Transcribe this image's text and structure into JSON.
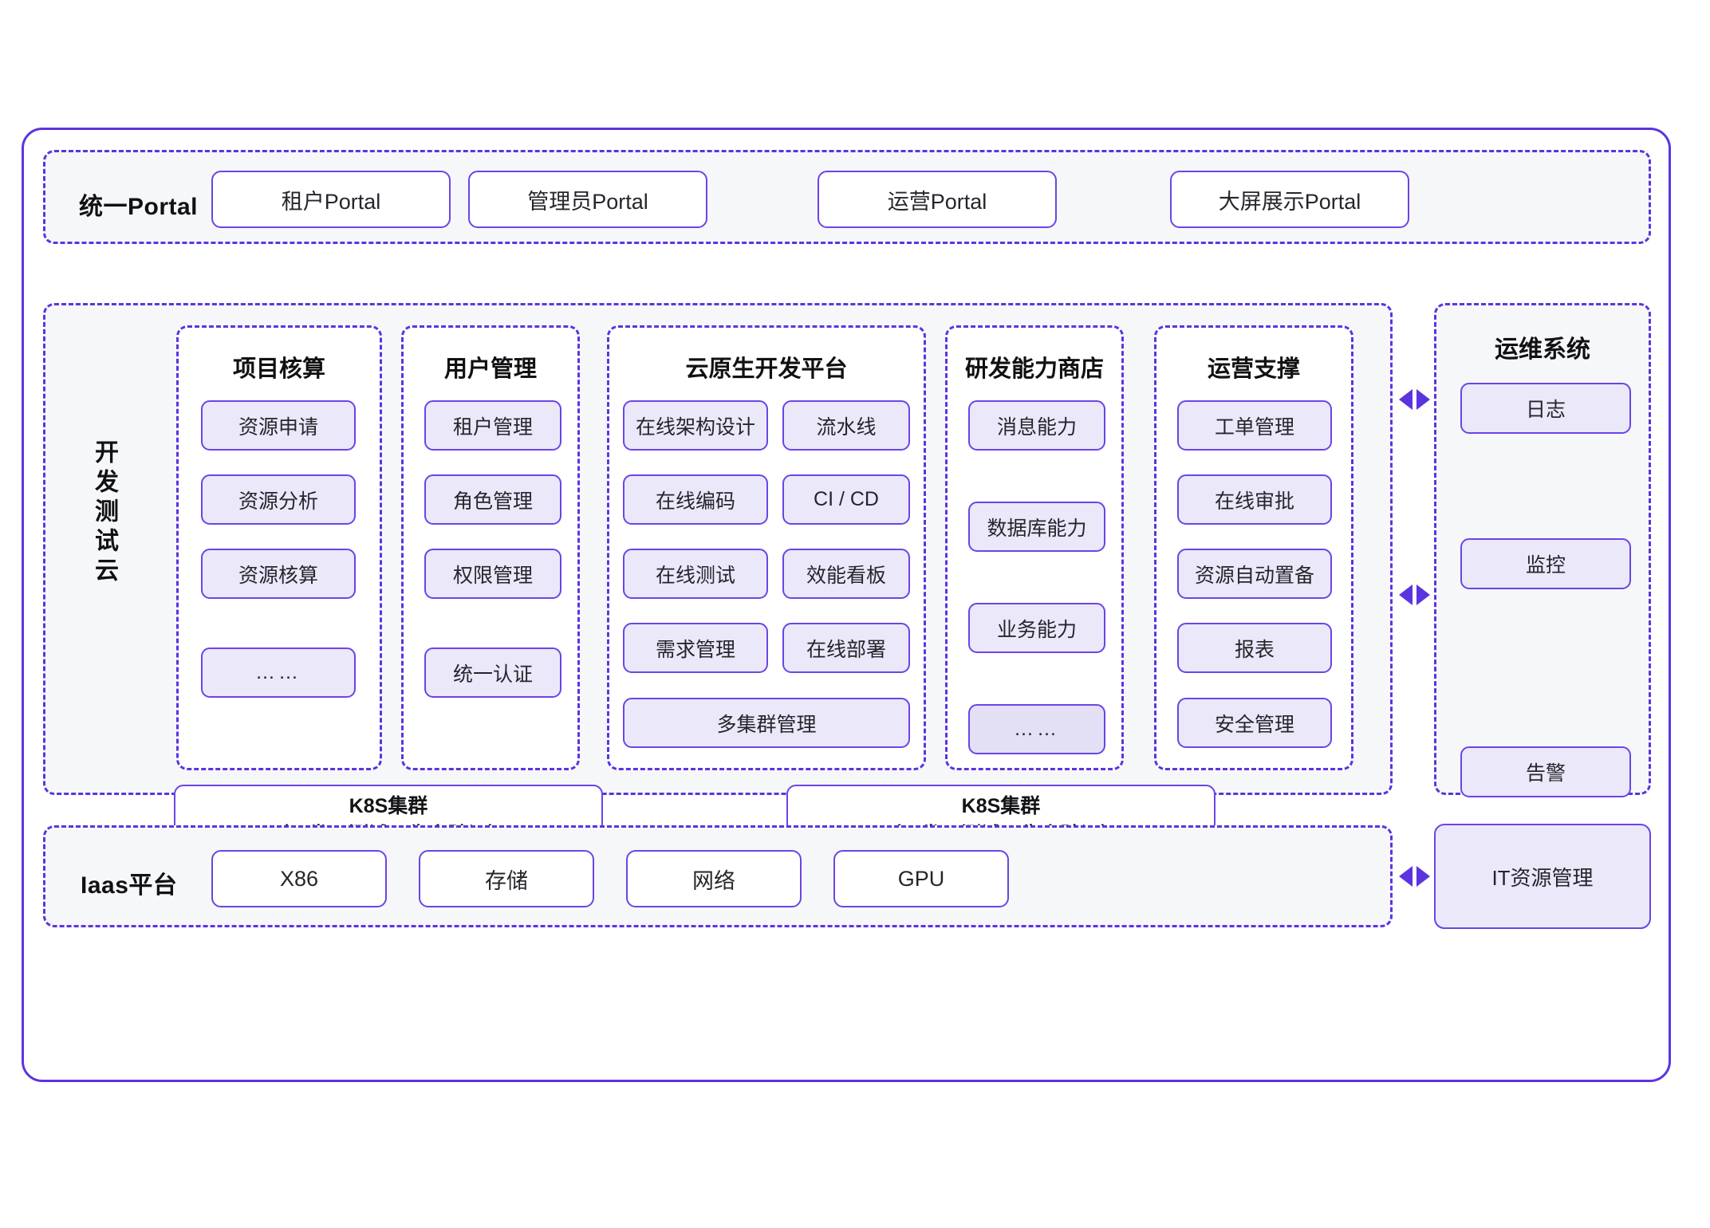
{
  "theme": {
    "accent": "#5b34e0",
    "chip_fill": "#ebe8fa",
    "chip_fill_dim": "#e3e0f6",
    "panel_fill": "#f6f7f9",
    "border": "#6b44e6"
  },
  "portal_row": {
    "label": "统一Portal",
    "items": [
      {
        "label": "租户Portal"
      },
      {
        "label": "管理员Portal"
      },
      {
        "label": "运营Portal"
      },
      {
        "label": "大屏展示Portal"
      }
    ]
  },
  "dev_test_cloud": {
    "label": "开发测试云",
    "columns": [
      {
        "title": "项目核算",
        "items": [
          {
            "label": "资源申请",
            "style": "normal"
          },
          {
            "label": "资源分析",
            "style": "normal"
          },
          {
            "label": "资源核算",
            "style": "normal"
          },
          {
            "label": "……",
            "style": "dots"
          }
        ]
      },
      {
        "title": "用户管理",
        "items": [
          {
            "label": "租户管理",
            "style": "normal"
          },
          {
            "label": "角色管理",
            "style": "normal"
          },
          {
            "label": "权限管理",
            "style": "normal"
          },
          {
            "label": "统一认证",
            "style": "normal"
          }
        ]
      },
      {
        "title": "云原生开发平台",
        "grid": [
          {
            "label": "在线架构设计"
          },
          {
            "label": "流水线"
          },
          {
            "label": "在线编码"
          },
          {
            "label": "CI / CD"
          },
          {
            "label": "在线测试"
          },
          {
            "label": "效能看板"
          },
          {
            "label": "需求管理"
          },
          {
            "label": "在线部署"
          }
        ],
        "wide_item": {
          "label": "多集群管理"
        }
      },
      {
        "title": "研发能力商店",
        "items": [
          {
            "label": "消息能力",
            "style": "normal"
          },
          {
            "label": "数据库能力",
            "style": "normal"
          },
          {
            "label": "业务能力",
            "style": "normal"
          },
          {
            "label": "……",
            "style": "dots-dim"
          }
        ]
      },
      {
        "title": "运营支撑",
        "items": [
          {
            "label": "工单管理",
            "style": "normal"
          },
          {
            "label": "在线审批",
            "style": "normal"
          },
          {
            "label": "资源自动置备",
            "style": "normal"
          },
          {
            "label": "报表",
            "style": "normal"
          },
          {
            "label": "安全管理",
            "style": "normal"
          }
        ]
      }
    ],
    "clusters": [
      {
        "line1": "K8S集群",
        "line2": "（开发、测试、生产验证）"
      },
      {
        "line1": "K8S集群",
        "line2": "（开发、测试、生产验证）"
      }
    ]
  },
  "ops_system": {
    "title": "运维系统",
    "items": [
      {
        "label": "日志"
      },
      {
        "label": "监控"
      },
      {
        "label": "告警"
      }
    ]
  },
  "iaas_row": {
    "label": "Iaas平台",
    "items": [
      {
        "label": "X86"
      },
      {
        "label": "存储"
      },
      {
        "label": "网络"
      },
      {
        "label": "GPU"
      }
    ],
    "side_item": {
      "label": "IT资源管理"
    }
  },
  "connectors": [
    {
      "name": "ops-connector-top"
    },
    {
      "name": "ops-connector-bottom"
    },
    {
      "name": "iaas-connector"
    }
  ]
}
